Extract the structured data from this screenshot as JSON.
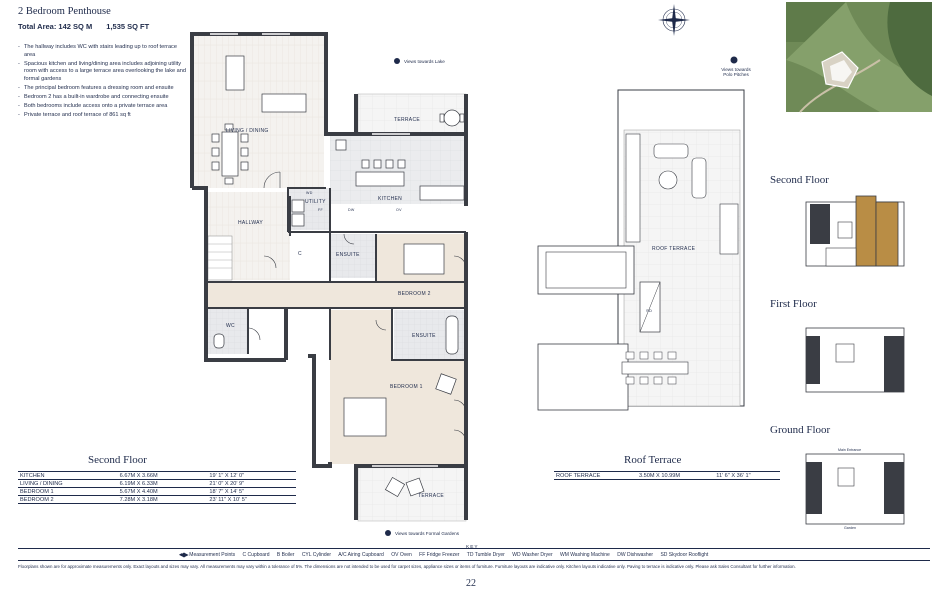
{
  "header": {
    "title": "2 Bedroom Penthouse",
    "total_area_label": "Total Area: 142 SQ M",
    "total_area_ft": "1,535 SQ FT"
  },
  "features": [
    "The hallway includes WC with stairs leading up to roof terrace area",
    "Spacious kitchen and living/dining area includes adjoining utility room with access to a large terrace area overlooking the lake and formal gardens",
    "The principal bedroom features a dressing room and ensuite",
    "Bedroom 2 has a built-in wardrobe and connecting ensuite",
    "Both bedrooms include access onto a private terrace area",
    "Private terrace and roof terrace of 861 sq ft"
  ],
  "plan_labels": {
    "living_dining": "LIVING / DINING",
    "kitchen": "KITCHEN",
    "utility": "UTILITY",
    "hallway": "HALLWAY",
    "ensuite_1": "ENSUITE",
    "ensuite_2": "ENSUITE",
    "bedroom_1": "BEDROOM 1",
    "bedroom_2": "BEDROOM 2",
    "wc": "WC",
    "terrace_top": "TERRACE",
    "terrace_bottom": "TERRACE",
    "roof_terrace": "ROOF TERRACE",
    "cupboard": "C",
    "sd": "SD",
    "wd": "WD",
    "ff": "FF",
    "dw": "DW",
    "ov": "OV"
  },
  "views": {
    "lake": "Views towards Lake",
    "polo_line1": "Views towards",
    "polo_line2": "Polo Pitches",
    "formal_gardens": "Views towards Formal Gardens"
  },
  "second_floor_schedule": {
    "title": "Second Floor",
    "rows": [
      {
        "room": "KITCHEN",
        "metric": "6.67M X 3.66M",
        "imperial": "19' 1\" X 12' 0\""
      },
      {
        "room": "LIVING / DINING",
        "metric": "6.19M X 6.33M",
        "imperial": "21' 0\" X 20' 9\""
      },
      {
        "room": "BEDROOM 1",
        "metric": "5.67M X 4.40M",
        "imperial": "18' 7\" X 14' 5\""
      },
      {
        "room": "BEDROOM 2",
        "metric": "7.28M X 3.18M",
        "imperial": "23' 11\" X 10' 5\""
      }
    ]
  },
  "roof_terrace_schedule": {
    "title": "Roof Terrace",
    "rows": [
      {
        "room": "ROOF TERRACE",
        "metric": "3.50M X 10.99M",
        "imperial": "11' 6\" X 36' 1\""
      }
    ]
  },
  "keyplans": {
    "second": "Second Floor",
    "first": "First Floor",
    "ground": "Ground Floor",
    "main_entrance": "Main Entrance",
    "garden": "Garden"
  },
  "key": {
    "label": "KEY",
    "items": [
      "◄► Measurement Points",
      "C Cupboard",
      "B Boiler",
      "CYL Cylinder",
      "A/C Airing Cupboard",
      "OV Oven",
      "FF Fridge Freezer",
      "TD Tumble Dryer",
      "WD Washer Dryer",
      "WM Washing Machine",
      "DW Dishwasher",
      "SD Skydoor Rooflight"
    ],
    "disclaimer": "Floorplans shown are for approximate measurements only. Exact layouts and sizes may vary. All measurements may vary within a tolerance of 5%. The dimensions are not intended to be used for carpet sizes, appliance sizes or items of furniture. Furniture layouts are indicative only. Kitchen layouts indicative only. Paving to terrace is indicative only. Please ask Sales Consultant for further information."
  },
  "page_number": "22",
  "colors": {
    "navy": "#1e2a4a",
    "wall": "#3a3d44",
    "floor_beige": "#efe7dc",
    "wood": "#f3f1ee",
    "tile": "#ebecee",
    "terrace": "#f4f4f4",
    "highlight_gold": "#b98d45",
    "aerial_green": "#6f8a57"
  }
}
